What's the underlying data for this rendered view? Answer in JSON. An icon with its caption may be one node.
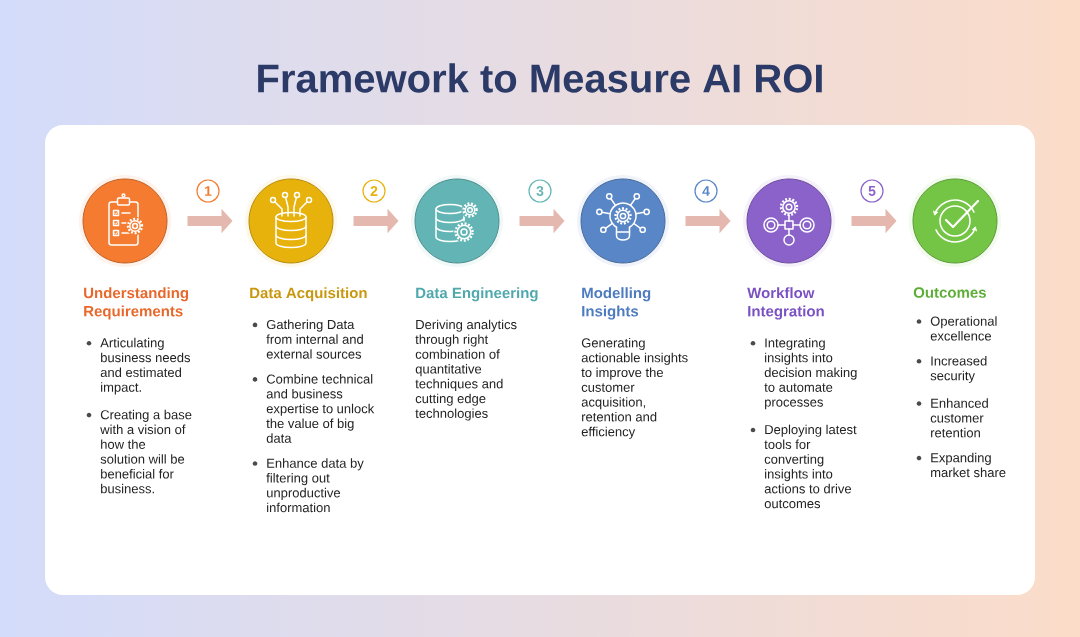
{
  "diagram": {
    "title": "Framework to Measure AI ROI",
    "nodes": [
      {
        "text": [
          "Understanding Requirements",
          "Articulating business needs and estimated impact.",
          "Creating a base with a vision of how the solution will be beneficial for business."
        ]
      },
      {
        "text": [
          "Data Acquisition",
          "Gathering Data from internal and external sources",
          "Combine technical and business expertise to unlock the value of big data",
          "Enhance data by filtering out unproductive information"
        ]
      },
      {
        "text": [
          "Data Engineering",
          "Deriving analytics through right combination of quantitative techniques and cutting edge technologies"
        ]
      },
      {
        "text": [
          "Modelling Insights",
          "Generating actionable insights to improve the customer acquisition, retention and efficiency"
        ]
      },
      {
        "text": [
          "Workflow Integration",
          "Integrating insights into decision making to automate processes",
          "Deploying latest tools for converting insights into actions to drive outcomes"
        ]
      },
      {
        "text": [
          "Outcomes",
          "Operational excellence",
          "Increased security",
          "Enhanced customer retention",
          "Expanding market share"
        ]
      }
    ],
    "edges": [
      {
        "from": 0,
        "to": 1,
        "arrow": "to",
        "label": "1"
      },
      {
        "from": 1,
        "to": 2,
        "arrow": "to",
        "label": "2"
      },
      {
        "from": 2,
        "to": 3,
        "arrow": "to",
        "label": "3"
      },
      {
        "from": 3,
        "to": 4,
        "arrow": "to",
        "label": "4"
      },
      {
        "from": 4,
        "to": 5,
        "arrow": "to",
        "label": "5"
      }
    ]
  }
}
